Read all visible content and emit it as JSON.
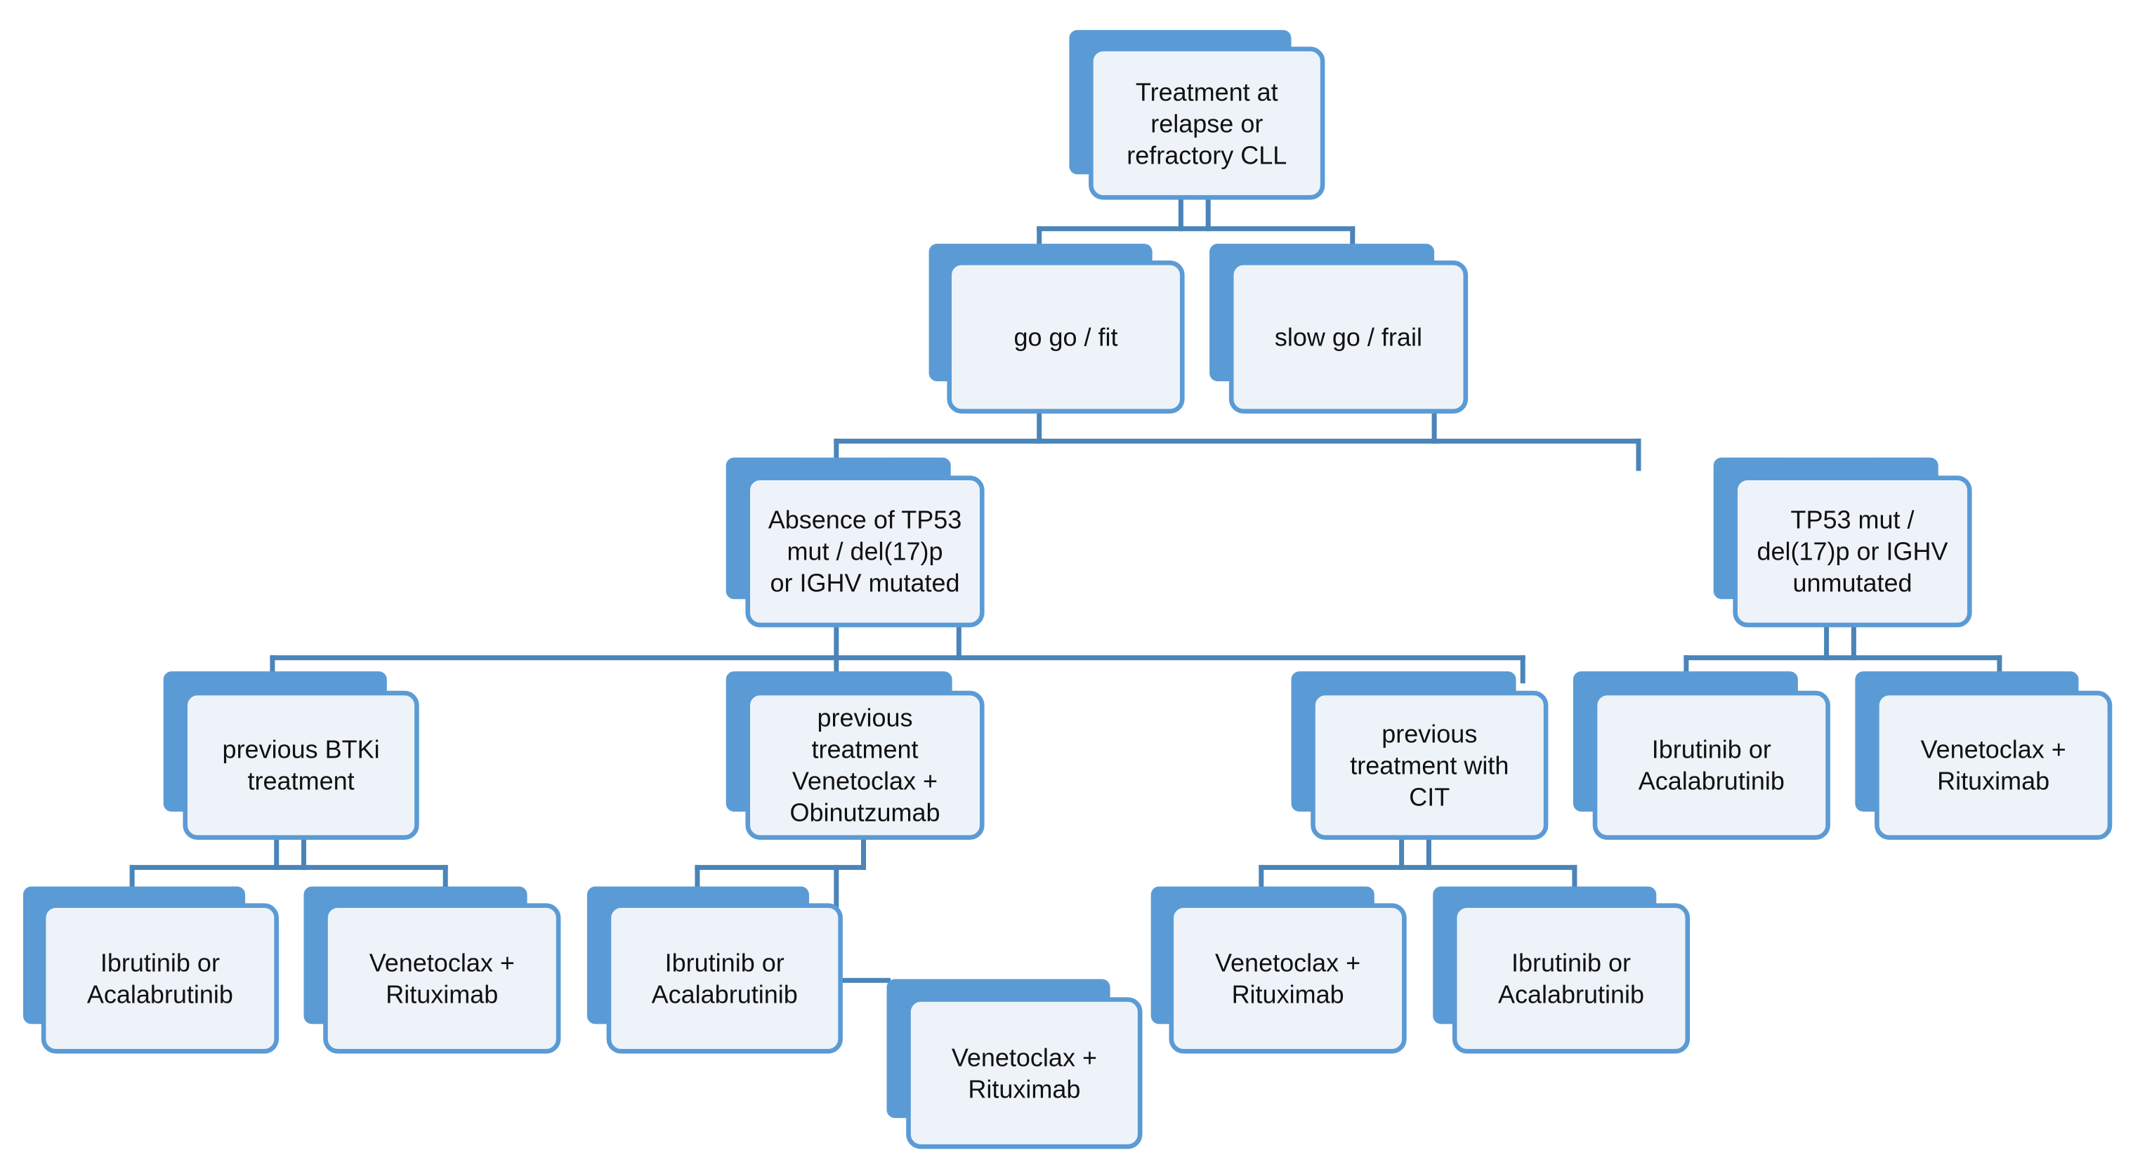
{
  "colors": {
    "shadow": "#5b9bd5",
    "front_fill": "#eef3fa",
    "border": "#5b9bd5",
    "connector": "#4a84b8",
    "text": "#111111"
  },
  "nodes": {
    "root": {
      "lines": [
        "Treatment at",
        "relapse or",
        "refractory CLL"
      ]
    },
    "go_go_fit": {
      "lines": [
        "go go / fit"
      ]
    },
    "slow_go_frail": {
      "lines": [
        "slow go / frail"
      ]
    },
    "absence_tp53": {
      "lines": [
        "Absence of TP53",
        "mut / del(17)p",
        "or IGHV mutated"
      ]
    },
    "tp53_mut": {
      "lines": [
        "TP53 mut /",
        "del(17)p or IGHV",
        "unmutated"
      ]
    },
    "previous_btki": {
      "lines": [
        "previous BTKi",
        "treatment"
      ]
    },
    "previous_ven_obi": {
      "lines": [
        "previous",
        "treatment",
        "Venetoclax +",
        "Obinutzumab"
      ]
    },
    "previous_cit": {
      "lines": [
        "previous",
        "treatment with",
        "CIT"
      ]
    },
    "tp53_ibrutinib": {
      "lines": [
        "Ibrutinib or",
        "Acalabrutinib"
      ]
    },
    "tp53_venetoclax": {
      "lines": [
        "Venetoclax +",
        "Rituximab"
      ]
    },
    "btki_ibrutinib": {
      "lines": [
        "Ibrutinib or",
        "Acalabrutinib"
      ]
    },
    "btki_venetoclax": {
      "lines": [
        "Venetoclax +",
        "Rituximab"
      ]
    },
    "venobi_ibrutinib": {
      "lines": [
        "Ibrutinib or",
        "Acalabrutinib"
      ]
    },
    "venobi_venetoclax": {
      "lines": [
        "Venetoclax +",
        "Rituximab"
      ]
    },
    "cit_venetoclax": {
      "lines": [
        "Venetoclax +",
        "Rituximab"
      ]
    },
    "cit_ibrutinib": {
      "lines": [
        "Ibrutinib or",
        "Acalabrutinib"
      ]
    }
  }
}
